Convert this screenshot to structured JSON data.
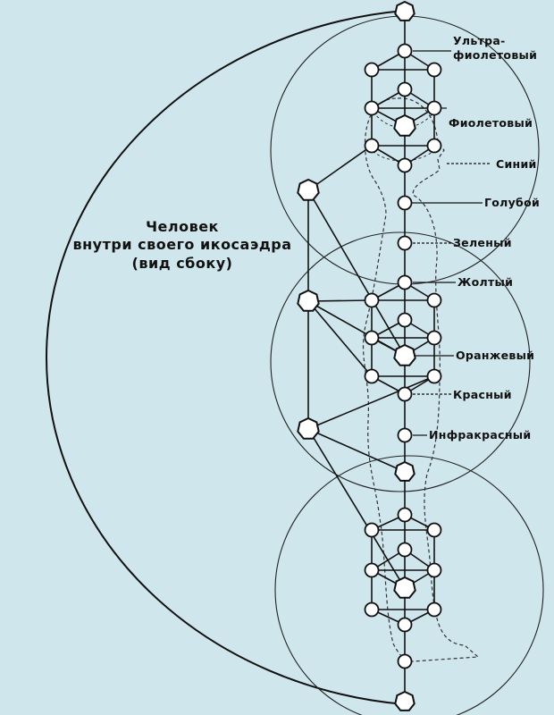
{
  "title": {
    "line1": "Человек",
    "line2": "внутри своего икосаэдра",
    "line3": "(вид сбоку)"
  },
  "color_labels": [
    {
      "key": "ultraviolet_1",
      "text": "Ультра-"
    },
    {
      "key": "ultraviolet_2",
      "text": "фиолетовый"
    },
    {
      "key": "violet",
      "text": "Фиолетовый"
    },
    {
      "key": "indigo",
      "text": "Синий"
    },
    {
      "key": "blue",
      "text": "Голубой"
    },
    {
      "key": "green",
      "text": "Зеленый"
    },
    {
      "key": "yellow",
      "text": "Жолтый"
    },
    {
      "key": "orange",
      "text": "Оранжевый"
    },
    {
      "key": "red",
      "text": "Красный"
    },
    {
      "key": "infrared",
      "text": "Инфракрасный"
    }
  ],
  "colors": {
    "background": "#cfe6ec",
    "ink": "#111111",
    "node_fill": "#ffffff"
  }
}
